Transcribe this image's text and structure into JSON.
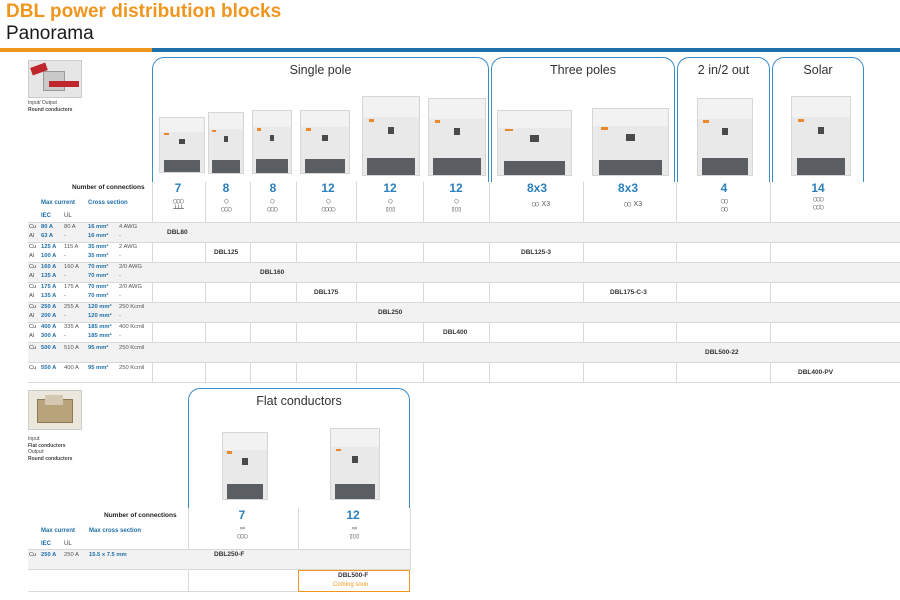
{
  "header": {
    "title": "DBL power distribution blocks",
    "subtitle": "Panorama"
  },
  "top_section": {
    "side_caption": [
      "Input/ Output",
      "Round conductors"
    ],
    "groups": [
      {
        "label": "Single pole"
      },
      {
        "label": "Three poles"
      },
      {
        "label": "2 in/2 out"
      },
      {
        "label": "Solar"
      }
    ],
    "header_labels": {
      "connections": "Number of connections",
      "max_current": "Max current",
      "cross_section": "Cross section",
      "iec": "IEC",
      "ul": "UL"
    },
    "connections": [
      "7",
      "8",
      "8",
      "12",
      "12",
      "12",
      "8x3",
      "8x3",
      "4",
      "14"
    ],
    "icon_suffix": "X3",
    "rows": [
      {
        "metal": [
          "Cu",
          "Al"
        ],
        "iec": [
          "80 A",
          "63 A"
        ],
        "ul": [
          "80 A",
          "-"
        ],
        "mm": [
          "16 mm²",
          "16 mm²"
        ],
        "awg": [
          "4 AWG",
          "-"
        ],
        "model": "DBL80"
      },
      {
        "metal": [
          "Cu",
          "Al"
        ],
        "iec": [
          "125 A",
          "100 A"
        ],
        "ul": [
          "115 A",
          "-"
        ],
        "mm": [
          "35 mm²",
          "35 mm²"
        ],
        "awg": [
          "2 AWG",
          "-"
        ],
        "model": "DBL125",
        "model3": "DBL125-3"
      },
      {
        "metal": [
          "Cu",
          "Al"
        ],
        "iec": [
          "160 A",
          "135 A"
        ],
        "ul": [
          "160 A",
          "-"
        ],
        "mm": [
          "70 mm²",
          "70 mm²"
        ],
        "awg": [
          "2/0 AWG",
          "-"
        ],
        "model": "DBL160"
      },
      {
        "metal": [
          "Cu",
          "Al"
        ],
        "iec": [
          "175 A",
          "135 A"
        ],
        "ul": [
          "175 A",
          "-"
        ],
        "mm": [
          "70 mm²",
          "70 mm²"
        ],
        "awg": [
          "2/0 AWG",
          "-"
        ],
        "model": "DBL175",
        "model3": "DBL175-C-3"
      },
      {
        "metal": [
          "Cu",
          "Al"
        ],
        "iec": [
          "250 A",
          "200 A"
        ],
        "ul": [
          "255 A",
          "-"
        ],
        "mm": [
          "120 mm²",
          "120 mm²"
        ],
        "awg": [
          "250 Kcmil",
          "-"
        ],
        "model": "DBL250"
      },
      {
        "metal": [
          "Cu",
          "Al"
        ],
        "iec": [
          "400 A",
          "300 A"
        ],
        "ul": [
          "335 A",
          "-"
        ],
        "mm": [
          "185 mm²",
          "185 mm²"
        ],
        "awg": [
          "400 Kcmil",
          "-"
        ],
        "model": "DBL400"
      },
      {
        "metal": [
          "Cu"
        ],
        "iec": [
          "500 A"
        ],
        "ul": [
          "510 A"
        ],
        "mm": [
          "95 mm²"
        ],
        "awg": [
          "250 Kcmil"
        ],
        "model": "DBL500-22"
      },
      {
        "metal": [
          "Cu"
        ],
        "iec": [
          "550 A"
        ],
        "ul": [
          "400 A"
        ],
        "mm": [
          "95  mm²"
        ],
        "awg": [
          "250 Kcmil"
        ],
        "model": "DBL400-PV"
      }
    ]
  },
  "bottom_section": {
    "side_caption": [
      "Input:",
      "Flat conductors",
      "Output:",
      "Round conductors"
    ],
    "group_label": "Flat conductors",
    "header_labels": {
      "connections": "Number of connections",
      "max_current": "Max current",
      "max_cross_section": "Max cross section",
      "iec": "IEC",
      "ul": "UL"
    },
    "connections": [
      "7",
      "12"
    ],
    "row": {
      "metal": "Cu",
      "iec": "250 A",
      "ul": "250 A",
      "size": "15.5 x 7.5 mm",
      "model": "DBL250-F"
    },
    "extra_model": "DBL500-F",
    "coming_soon": "Coming soon"
  },
  "colors": {
    "accent_orange": "#f0961e",
    "accent_blue": "#1f6fa8",
    "row_shade": "#f2f2f2"
  }
}
